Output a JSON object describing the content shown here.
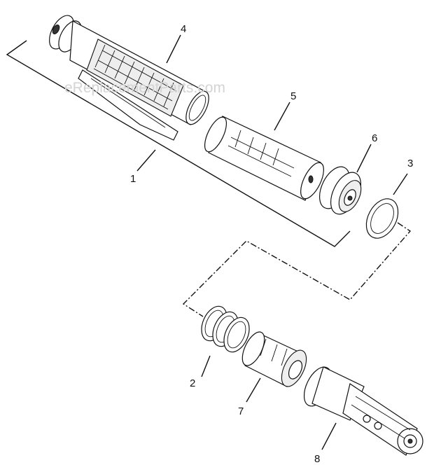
{
  "watermark": "eReplacementParts.com",
  "callouts": [
    {
      "id": "callout-1",
      "label": "1"
    },
    {
      "id": "callout-2",
      "label": "2"
    },
    {
      "id": "callout-3",
      "label": "3"
    },
    {
      "id": "callout-4",
      "label": "4"
    },
    {
      "id": "callout-5",
      "label": "5"
    },
    {
      "id": "callout-6",
      "label": "6"
    },
    {
      "id": "callout-7",
      "label": "7"
    },
    {
      "id": "callout-8",
      "label": "8"
    }
  ],
  "colors": {
    "line": "#111111",
    "watermark": "#d4d4d4",
    "background": "#ffffff"
  }
}
